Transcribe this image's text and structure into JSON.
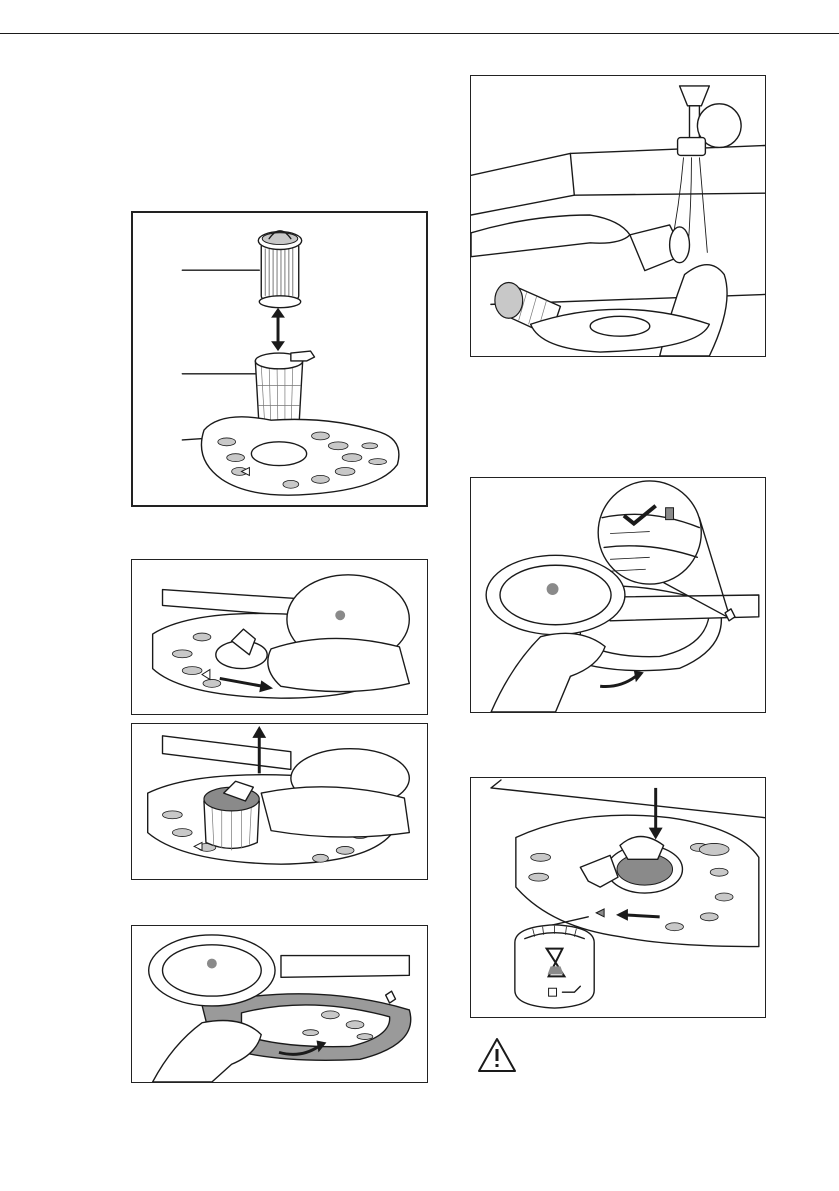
{
  "figures": [
    {
      "id": "filter-assembly",
      "icon": "filter-assembly-illustration"
    },
    {
      "id": "rinse-under-tap",
      "icon": "rinse-filter-illustration"
    },
    {
      "id": "turn-filter",
      "icon": "turn-filter-illustration"
    },
    {
      "id": "lift-filter",
      "icon": "lift-filter-illustration"
    },
    {
      "id": "check-spray-arm",
      "icon": "spray-arm-check-illustration"
    },
    {
      "id": "rotate-flat-filter",
      "icon": "rotate-flat-filter-illustration"
    },
    {
      "id": "lock-filter",
      "icon": "lock-filter-illustration"
    }
  ],
  "colors": {
    "ink": "#1a1a1a",
    "fill_dark": "#8a8a8a",
    "fill_light": "#c8c8c8",
    "background": "#ffffff"
  },
  "warning": {
    "icon": "warning-triangle-icon"
  }
}
